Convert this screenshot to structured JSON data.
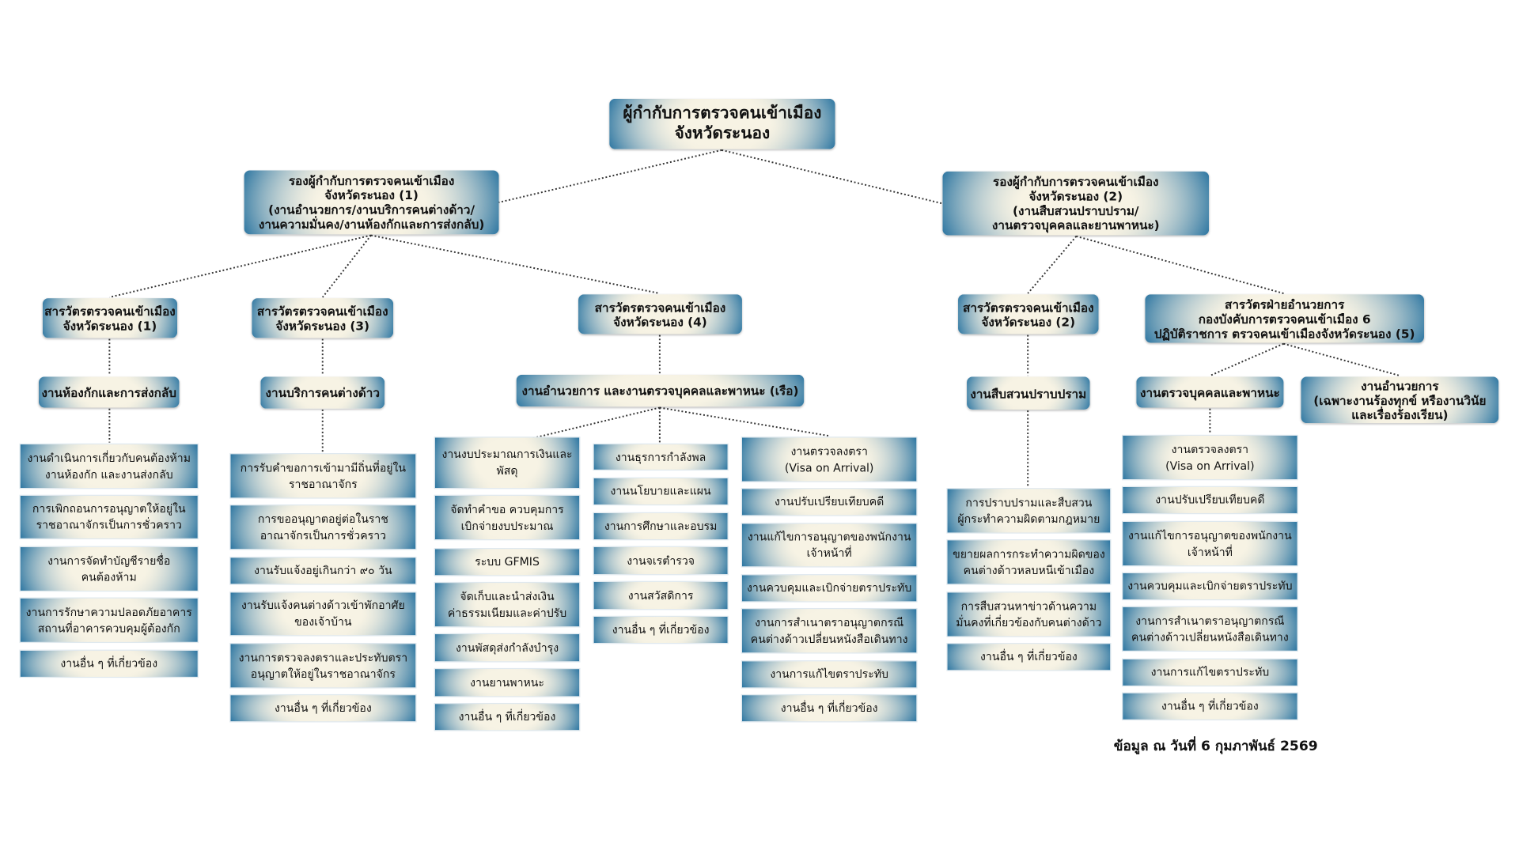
{
  "root": "ผู้กำกับการตรวจคนเข้าเมือง\nจังหวัดระนอง",
  "deputy1": "รองผู้กำกับการตรวจคนเข้าเมือง\nจังหวัดระนอง (1)\n(งานอำนวยการ/งานบริการคนต่างด้าว/\nงานความมั่นคง/งานห้องกักและการส่งกลับ)",
  "deputy2": "รองผู้กำกับการตรวจคนเข้าเมือง\nจังหวัดระนอง (2)\n(งานสืบสวนปราบปราม/\nงานตรวจบุคคลและยานพาหนะ)",
  "inspectors": {
    "i1": "สารวัตรตรวจคนเข้าเมือง\nจังหวัดระนอง (1)",
    "i3": "สารวัตรตรวจคนเข้าเมือง\nจังหวัดระนอง (3)",
    "i4": "สารวัตรตรวจคนเข้าเมือง\nจังหวัดระนอง (4)",
    "i2": "สารวัตรตรวจคนเข้าเมือง\nจังหวัดระนอง (2)",
    "i5": "สารวัตรฝ่ายอำนวยการ\nกองบังคับการตรวจคนเข้าเมือง 6\nปฏิบัติราชการ ตรวจคนเข้าเมืองจังหวัดระนอง (5)"
  },
  "sections": {
    "s1": "งานห้องกักและการส่งกลับ",
    "s3": "งานบริการคนต่างด้าว",
    "s4": "งานอำนวยการ และงานตรวจบุคคลและพาหนะ (เรือ)",
    "s2": "งานสืบสวนปราบปราม",
    "s5a": "งานตรวจบุคคลและพาหนะ",
    "s5b": "งานอำนวยการ\n(เฉพาะงานร้องทุกข์ หรืองานวินัย\nและเรื่องร้องเรียน)"
  },
  "lists": {
    "a": [
      "งานดำเนินการเกี่ยวกับคนต้องห้าม\nงานห้องกัก และงานส่งกลับ",
      "การเพิกถอนการอนุญาตให้อยู่ใน\nราชอาณาจักรเป็นการชั่วคราว",
      "งานการจัดทำบัญชีรายชื่อ\nคนต้องห้าม",
      "งานการรักษาความปลอดภัยอาคาร\nสถานที่อาคารควบคุมผู้ต้องกัก",
      "งานอื่น ๆ ที่เกี่ยวข้อง"
    ],
    "b": [
      "การรับคำขอการเข้ามามีถิ่นที่อยู่ใน\nราชอาณาจักร",
      "การขออนุญาตอยู่ต่อในราช\nอาณาจักรเป็นการชั่วคราว",
      "งานรับแจ้งอยู่เกินกว่า ๙๐ วัน",
      "งานรับแจ้งคนต่างด้าวเข้าพักอาศัย\nของเจ้าบ้าน",
      "งานการตรวจลงตราและประทับตรา\nอนุญาตให้อยู่ในราชอาณาจักร",
      "งานอื่น ๆ ที่เกี่ยวข้อง"
    ],
    "c": [
      "งานงบประมาณการเงินและ\nพัสดุ",
      "จัดทำคำขอ ควบคุมการ\nเบิกจ่ายงบประมาณ",
      "ระบบ GFMIS",
      "จัดเก็บและนำส่งเงิน\nค่าธรรมเนียมและค่าปรับ",
      "งานพัสดุส่งกำลังบำรุง",
      "งานยานพาหนะ",
      "งานอื่น ๆ ที่เกี่ยวข้อง"
    ],
    "d": [
      "งานธุรการกำลังพล",
      "งานนโยบายและแผน",
      "งานการศึกษาและอบรม",
      "งานจเรตำรวจ",
      "งานสวัสดิการ",
      "งานอื่น ๆ ที่เกี่ยวข้อง"
    ],
    "e": [
      "งานตรวจลงตรา\n(Visa on Arrival)",
      "งานปรับเปรียบเทียบคดี",
      "งานแก้ไขการอนุญาตของพนักงาน\nเจ้าหน้าที่",
      "งานควบคุมและเบิกจ่ายตราประทับ",
      "งานการสำเนาตราอนุญาตกรณี\nคนต่างด้าวเปลี่ยนหนังสือเดินทาง",
      "งานการแก้ไขตราประทับ",
      "งานอื่น ๆ ที่เกี่ยวข้อง"
    ],
    "f": [
      "การปราบปรามและสืบสวน\nผู้กระทำความผิดตามกฎหมาย",
      "ขยายผลการกระทำความผิดของ\nคนต่างด้าวหลบหนีเข้าเมือง",
      "การสืบสวนหาข่าวด้านความ\nมั่นคงที่เกี่ยวข้องกับคนต่างด้าว",
      "งานอื่น ๆ ที่เกี่ยวข้อง"
    ],
    "g": [
      "งานตรวจลงตรา\n(Visa on Arrival)",
      "งานปรับเปรียบเทียบคดี",
      "งานแก้ไขการอนุญาตของพนักงาน\nเจ้าหน้าที่",
      "งานควบคุมและเบิกจ่ายตราประทับ",
      "งานการสำเนาตราอนุญาตกรณี\nคนต่างด้าวเปลี่ยนหนังสือเดินทาง",
      "งานการแก้ไขตราประทับ",
      "งานอื่น ๆ ที่เกี่ยวข้อง"
    ]
  },
  "footer": "ข้อมูล ณ วันที่ 6 กุมภาพันธ์ 2569",
  "colors": {
    "box_blue": "#136699",
    "box_cream": "#f5f1e2",
    "line": "#333333"
  }
}
